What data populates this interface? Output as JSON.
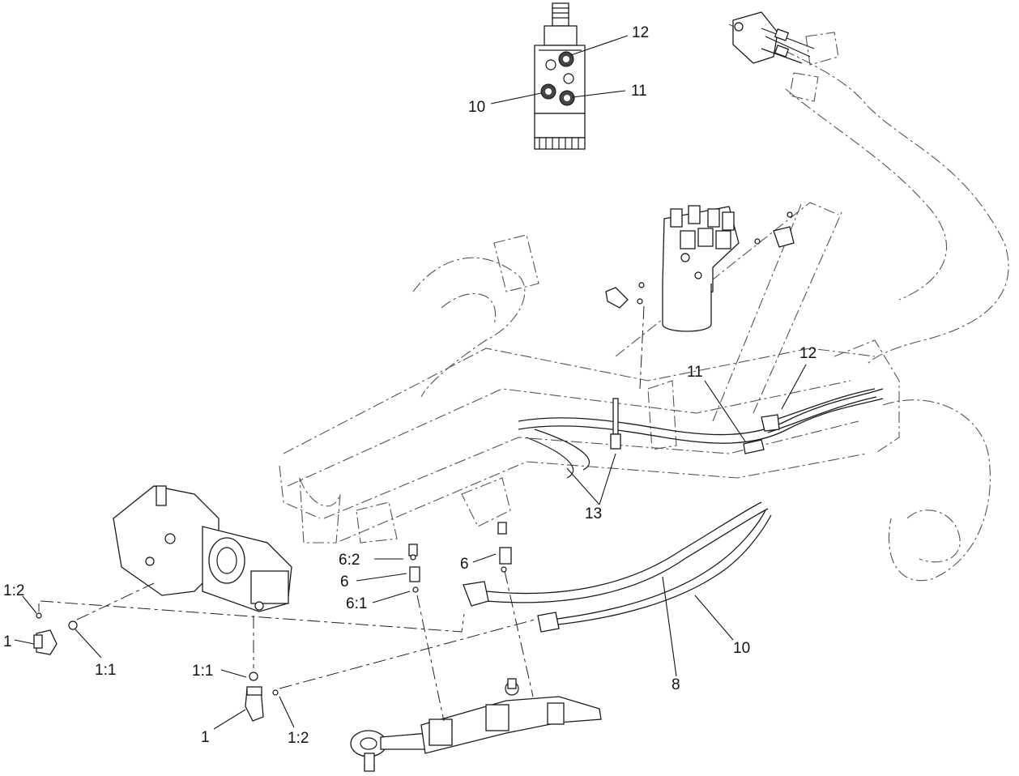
{
  "diagram": {
    "callouts": [
      {
        "id": "c12a",
        "text": "12"
      },
      {
        "id": "c10a",
        "text": "10"
      },
      {
        "id": "c11a",
        "text": "11"
      },
      {
        "id": "c11b",
        "text": "11"
      },
      {
        "id": "c12b",
        "text": "12"
      },
      {
        "id": "c13",
        "text": "13"
      },
      {
        "id": "c62",
        "text": "6:2"
      },
      {
        "id": "c6a",
        "text": "6"
      },
      {
        "id": "c61",
        "text": "6:1"
      },
      {
        "id": "c6b",
        "text": "6"
      },
      {
        "id": "c12l",
        "text": "1:2"
      },
      {
        "id": "c1l",
        "text": "1"
      },
      {
        "id": "c11l",
        "text": "1:1"
      },
      {
        "id": "c11m",
        "text": "1:1"
      },
      {
        "id": "c1m",
        "text": "1"
      },
      {
        "id": "c12m",
        "text": "1:2"
      },
      {
        "id": "c10b",
        "text": "10"
      },
      {
        "id": "c8",
        "text": "8"
      }
    ]
  }
}
